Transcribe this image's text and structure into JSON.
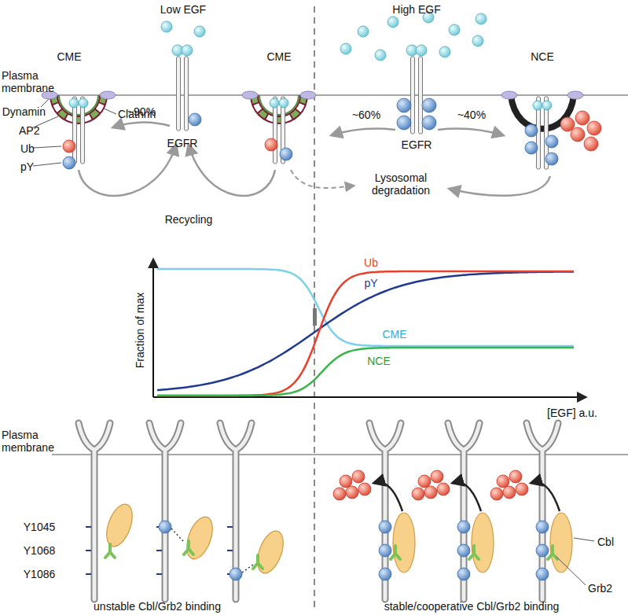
{
  "diagram": {
    "labels": [
      "Low EGF",
      "High EGF",
      "Plasma membrane",
      "CME",
      "Dynamin",
      "Clathrin",
      "AP2",
      "~90%",
      "EGFR",
      "Ub",
      "pY",
      "Recycling",
      "CME",
      "NCE",
      "~60%",
      "EGFR",
      "~40%",
      "Lysosomal degradation",
      "Ub",
      "pY",
      "CME",
      "NCE",
      "Fraction of max",
      "[EGF] a.u.",
      "Plasma membrane",
      "Y1045",
      "Y1068",
      "Y1086",
      "Cbl",
      "Grb2",
      "unstable Cbl/Grb2 binding",
      "stable/cooperative Cbl/Grb2 binding"
    ]
  }
}
